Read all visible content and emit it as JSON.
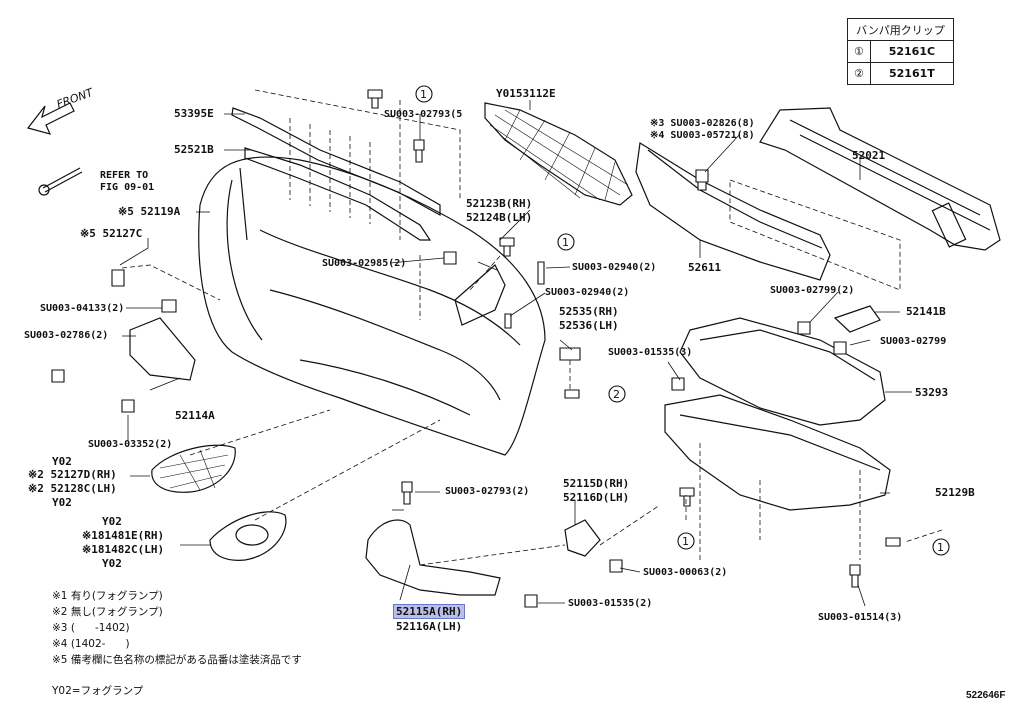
{
  "legend": {
    "header": "バンパ用クリップ",
    "rows": [
      {
        "mark": "①",
        "part": "52161C"
      },
      {
        "mark": "②",
        "part": "52161T"
      }
    ]
  },
  "front_label": "FRONT",
  "refer": {
    "line1": "REFER TO",
    "line2": "FIG 09-01"
  },
  "labels": {
    "p53395E": "53395E",
    "p52521B": "52521B",
    "p52119A": "※5 52119A",
    "p52127C": "※5 52127C",
    "s04133": "SU003-04133(2)",
    "s02786": "SU003-02786(2)",
    "p52114A": "52114A",
    "s03352": "SU003-03352(2)",
    "y02a": "Y02",
    "p52127D": "※2 52127D(RH)",
    "p52128C": "※2 52128C(LH)",
    "y02b": "Y02",
    "y02c": "Y02",
    "p181481E": "※181481E(RH)",
    "p181482C": "※181482C(LH)",
    "y02d": "Y02",
    "s02793a": "SU003-02793(5",
    "y0153112E": "Y0153112E",
    "p52123B": "52123B(RH)",
    "p52124B": "52124B(LH)",
    "s02985": "SU003-02985(2)",
    "s02940a": "SU003-02940(2)",
    "s02940b": "SU003-02940(2)",
    "p52535": "52535(RH)",
    "p52536": "52536(LH)",
    "s02826": "※3 SU003-02826(8)",
    "s05721": "※4 SU003-05721(8)",
    "p52021": "52021",
    "p52611": "52611",
    "s02799a": "SU003-02799(2)",
    "p52141B": "52141B",
    "s02799b": "SU003-02799",
    "s01535a": "SU003-01535(3)",
    "p53293": "53293",
    "p52129B": "52129B",
    "s02793b": "SU003-02793(2)",
    "p52115D": "52115D(RH)",
    "p52116D": "52116D(LH)",
    "s00063": "SU003-00063(2)",
    "s01535b": "SU003-01535(2)",
    "p52115A": "52115A(RH)",
    "p52116A": "52116A(LH)",
    "s01514": "SU003-01514(3)"
  },
  "notes": [
    "※1 有り(フォグランプ)",
    "※2 無し(フォグランプ)",
    "※3 (      -1402)",
    "※4 (1402-      )",
    "※5 備考欄に色名称の標記がある品番は塗装済品です"
  ],
  "footnote": "Y02=フォグランプ",
  "figure_id": "522646F"
}
